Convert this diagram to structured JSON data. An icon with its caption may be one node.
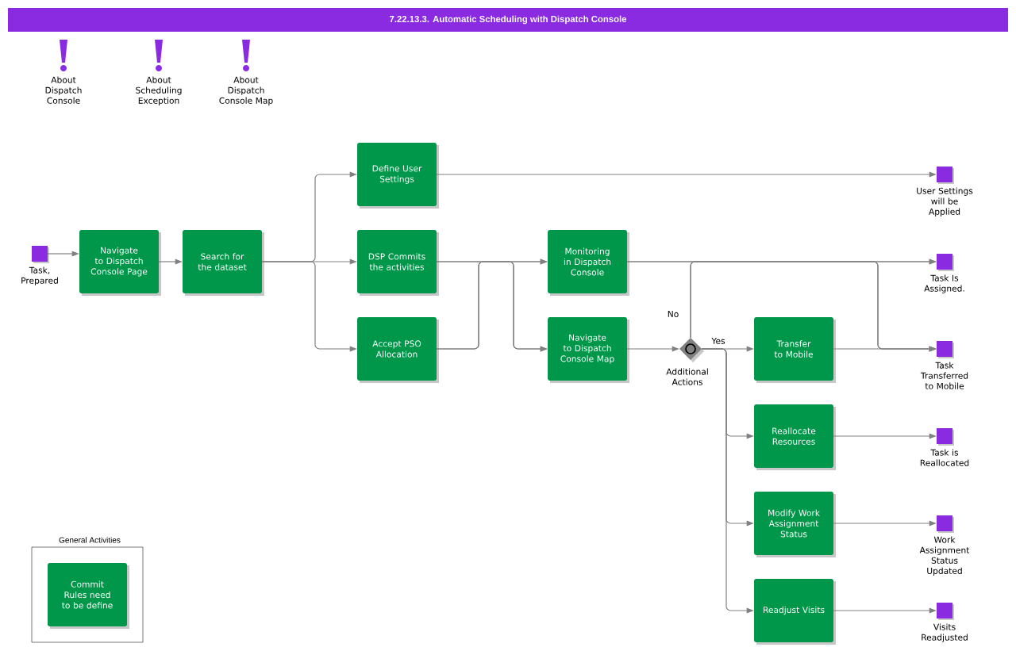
{
  "diagram": {
    "title": "7.22.13.3. Automatic Scheduling with Dispatch Console",
    "nodes": [
      {
        "text": [
          "Task, Prepared"
        ]
      },
      {
        "text": [
          "Navigate to Dispatch Console Page"
        ]
      },
      {
        "text": [
          "Search for the dataset"
        ]
      },
      {
        "text": [
          "Define User Settings"
        ]
      },
      {
        "text": [
          "DSP Commits the activities"
        ]
      },
      {
        "text": [
          "Accept PSO Allocation"
        ]
      },
      {
        "text": [
          "Monitoring in Dispatch Console"
        ]
      },
      {
        "text": [
          "Navigate to Dispatch Console Map"
        ]
      },
      {
        "text": [
          "Additional Actions"
        ]
      },
      {
        "text": [
          "Transfer to Mobile"
        ]
      },
      {
        "text": [
          "Reallocate Resources"
        ]
      },
      {
        "text": [
          "Modify Work Assignment Status"
        ]
      },
      {
        "text": [
          "Readjust Visits"
        ]
      },
      {
        "text": [
          "User Settings will be Applied"
        ]
      },
      {
        "text": [
          "Task Is Assigned."
        ]
      },
      {
        "text": [
          "Task Transferred to Mobile"
        ]
      },
      {
        "text": [
          "Task is Reallocated"
        ]
      },
      {
        "text": [
          "Work Assignment Status Updated"
        ]
      },
      {
        "text": [
          "Visits Readjusted"
        ]
      },
      {
        "text": [
          "General Activities"
        ]
      },
      {
        "text": [
          "Commit Rules need to be define"
        ],
        "in": 19
      }
    ],
    "edges": [
      {
        "from": 0,
        "to": 1,
        "arrow": "to"
      },
      {
        "from": 1,
        "to": 2,
        "arrow": "to"
      },
      {
        "from": 2,
        "to": 3,
        "arrow": "to"
      },
      {
        "from": 2,
        "to": 4,
        "arrow": "to"
      },
      {
        "from": 2,
        "to": 5,
        "arrow": "to"
      },
      {
        "from": 3,
        "to": 13,
        "arrow": "to"
      },
      {
        "from": 4,
        "to": 6,
        "arrow": "to"
      },
      {
        "from": 4,
        "to": 7,
        "arrow": "to"
      },
      {
        "from": 5,
        "to": 6,
        "arrow": "to"
      },
      {
        "from": 5,
        "to": 7,
        "arrow": "to"
      },
      {
        "from": 6,
        "to": 14,
        "arrow": "to"
      },
      {
        "from": 6,
        "to": 15,
        "arrow": "to"
      },
      {
        "from": 7,
        "to": 8,
        "arrow": "to"
      },
      {
        "from": 8,
        "to": 14,
        "arrow": "to",
        "label": "No"
      },
      {
        "from": 8,
        "to": 15,
        "arrow": "to"
      },
      {
        "from": 8,
        "to": 9,
        "arrow": "to",
        "label": "Yes"
      },
      {
        "from": 8,
        "to": 10,
        "arrow": "to"
      },
      {
        "from": 8,
        "to": 11,
        "arrow": "to"
      },
      {
        "from": 8,
        "to": 12,
        "arrow": "to"
      },
      {
        "from": 9,
        "to": 15,
        "arrow": "to"
      },
      {
        "from": 10,
        "to": 16,
        "arrow": "to"
      },
      {
        "from": 11,
        "to": 17,
        "arrow": "to"
      },
      {
        "from": 12,
        "to": 18,
        "arrow": "to"
      }
    ],
    "labels": [
      "About Dispatch Console",
      "About Scheduling Exception",
      "About Dispatch Console Map"
    ]
  }
}
